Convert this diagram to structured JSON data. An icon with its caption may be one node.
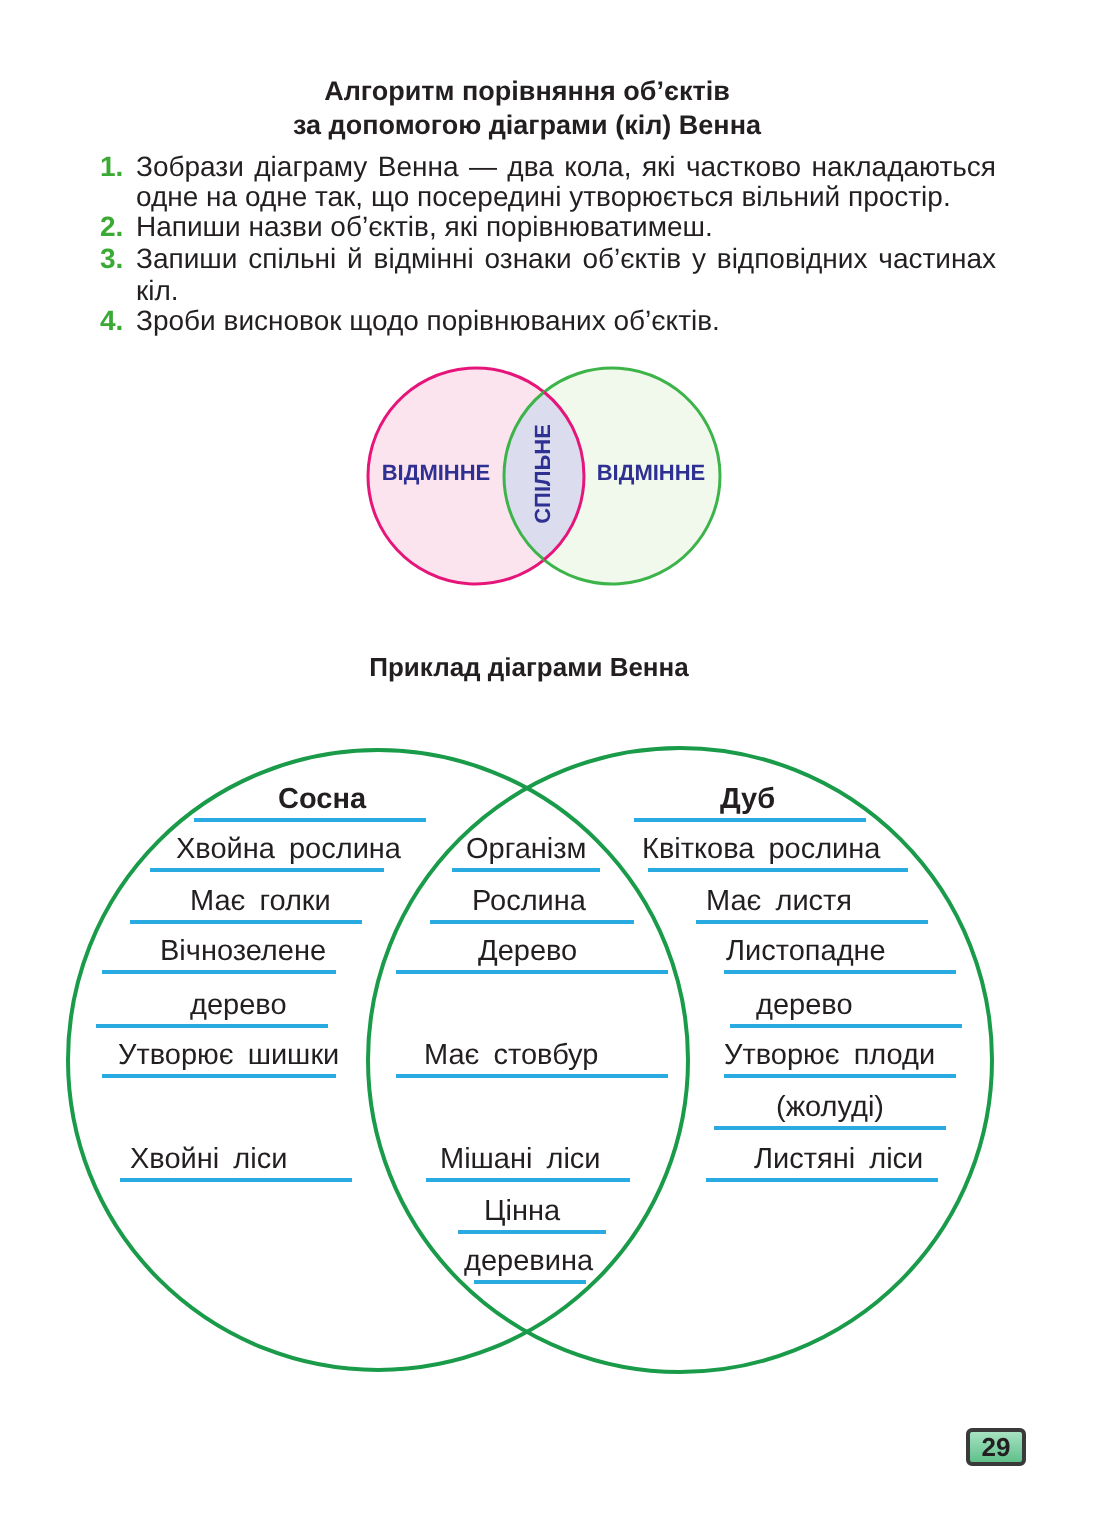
{
  "diagram": {
    "title": "Алгоритм порівняння об’єктів за допомогою діаграми (кіл) Венна",
    "nodes": [
      {
        "text": [
          "ВІДМІННЕ"
        ]
      },
      {
        "text": [
          "СПІЛЬНЕ"
        ]
      },
      {
        "text": [
          "ВІДМІННЕ"
        ]
      },
      {
        "text": [
          "Сосна",
          "Хвойна рослина",
          "Має голки",
          "Вічнозелене",
          "дерево",
          "Утворює шишки",
          "Хвойні ліси"
        ]
      },
      {
        "text": [
          "Дуб",
          "Квіткова рослина",
          "Має листя",
          "Листопадне",
          "дерево",
          "Утворює плоди",
          "(жолуді)",
          "Листяні ліси"
        ]
      }
    ],
    "labels": [
      "1.",
      "Зобрази діаграму Венна — два кола, які частково накладаються одне на одне так, що посередині утворюється вільний простір.",
      "2.",
      "Напиши назви об’єктів, які порівнюватимеш.",
      "3.",
      "Запиши спільні й відмінні ознаки об’єктів у відповідних частинах кіл.",
      "4.",
      "Зроби висновок щодо порівнюваних об’єктів.",
      "Приклад діаграми Венна",
      "Організм",
      "Рослина",
      "Дерево",
      "Має стовбур",
      "Мішані ліси",
      "Цінна",
      "деревина",
      "29"
    ]
  }
}
